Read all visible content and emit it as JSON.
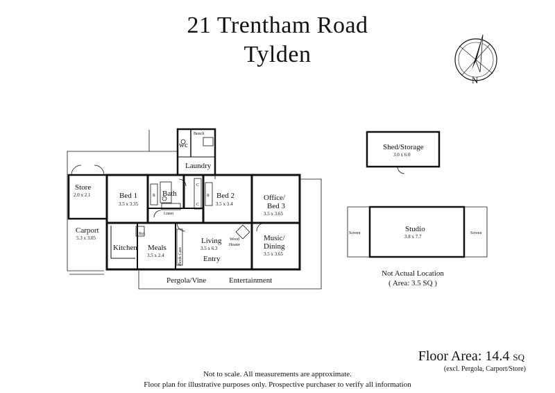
{
  "title": {
    "line1": "21 Trentham Road",
    "line2": "Tylden"
  },
  "rooms": {
    "store": {
      "name": "Store",
      "dim": "2.0 x 2.1"
    },
    "carport": {
      "name": "Carport",
      "dim": "5.3 x 3.05"
    },
    "bed1": {
      "name": "Bed 1",
      "dim": "3.5 x 3.35"
    },
    "bath": {
      "name": "Bath"
    },
    "bed2": {
      "name": "Bed 2",
      "dim": "3.5 x 3.4"
    },
    "office": {
      "name": "Office/",
      "name2": "Bed 3",
      "dim": "3.5 x 3.65"
    },
    "laundry": {
      "name": "Laundry"
    },
    "wc": {
      "name": "wc"
    },
    "bench": {
      "name": "Bench"
    },
    "kitchen": {
      "name": "Kitchen"
    },
    "meals": {
      "name": "Meals",
      "dim": "3.5 x 2.4"
    },
    "living": {
      "name": "Living",
      "dim": "3.5 x 6.3"
    },
    "music": {
      "name": "Music/",
      "name2": "Dining",
      "dim": "3.5 x 3.65"
    },
    "entry": {
      "name": "Entry"
    },
    "pergola": {
      "name": "Pergola/Vine"
    },
    "entertainment": {
      "name": "Entertainment"
    },
    "shed": {
      "name": "Shed/Storage",
      "dim": "3.0 x 6.0"
    },
    "studio": {
      "name": "Studio",
      "dim": "3.8 x 7.7"
    }
  },
  "fixtures": {
    "ref": "Ref",
    "linen": "Linen",
    "book_case": "Book Case",
    "wood_heater": "Wood",
    "wood_heater2": "Heater",
    "robe_r": "R",
    "robe_c": "C",
    "screen": "Screen"
  },
  "compass": {
    "label": "N"
  },
  "not_actual": {
    "line1": "Not Actual Location",
    "line2": "( Area: 3.5 SQ )"
  },
  "floor_area": {
    "label": "Floor Area: 14.4",
    "unit": "SQ",
    "note": "(excl. Pergola, Carport/Store)"
  },
  "footer": {
    "line1": "Not to scale. All measurements are approximate.",
    "line2": "Floor plan for illustrative purposes only. Prospective purchaser to verify all information"
  }
}
